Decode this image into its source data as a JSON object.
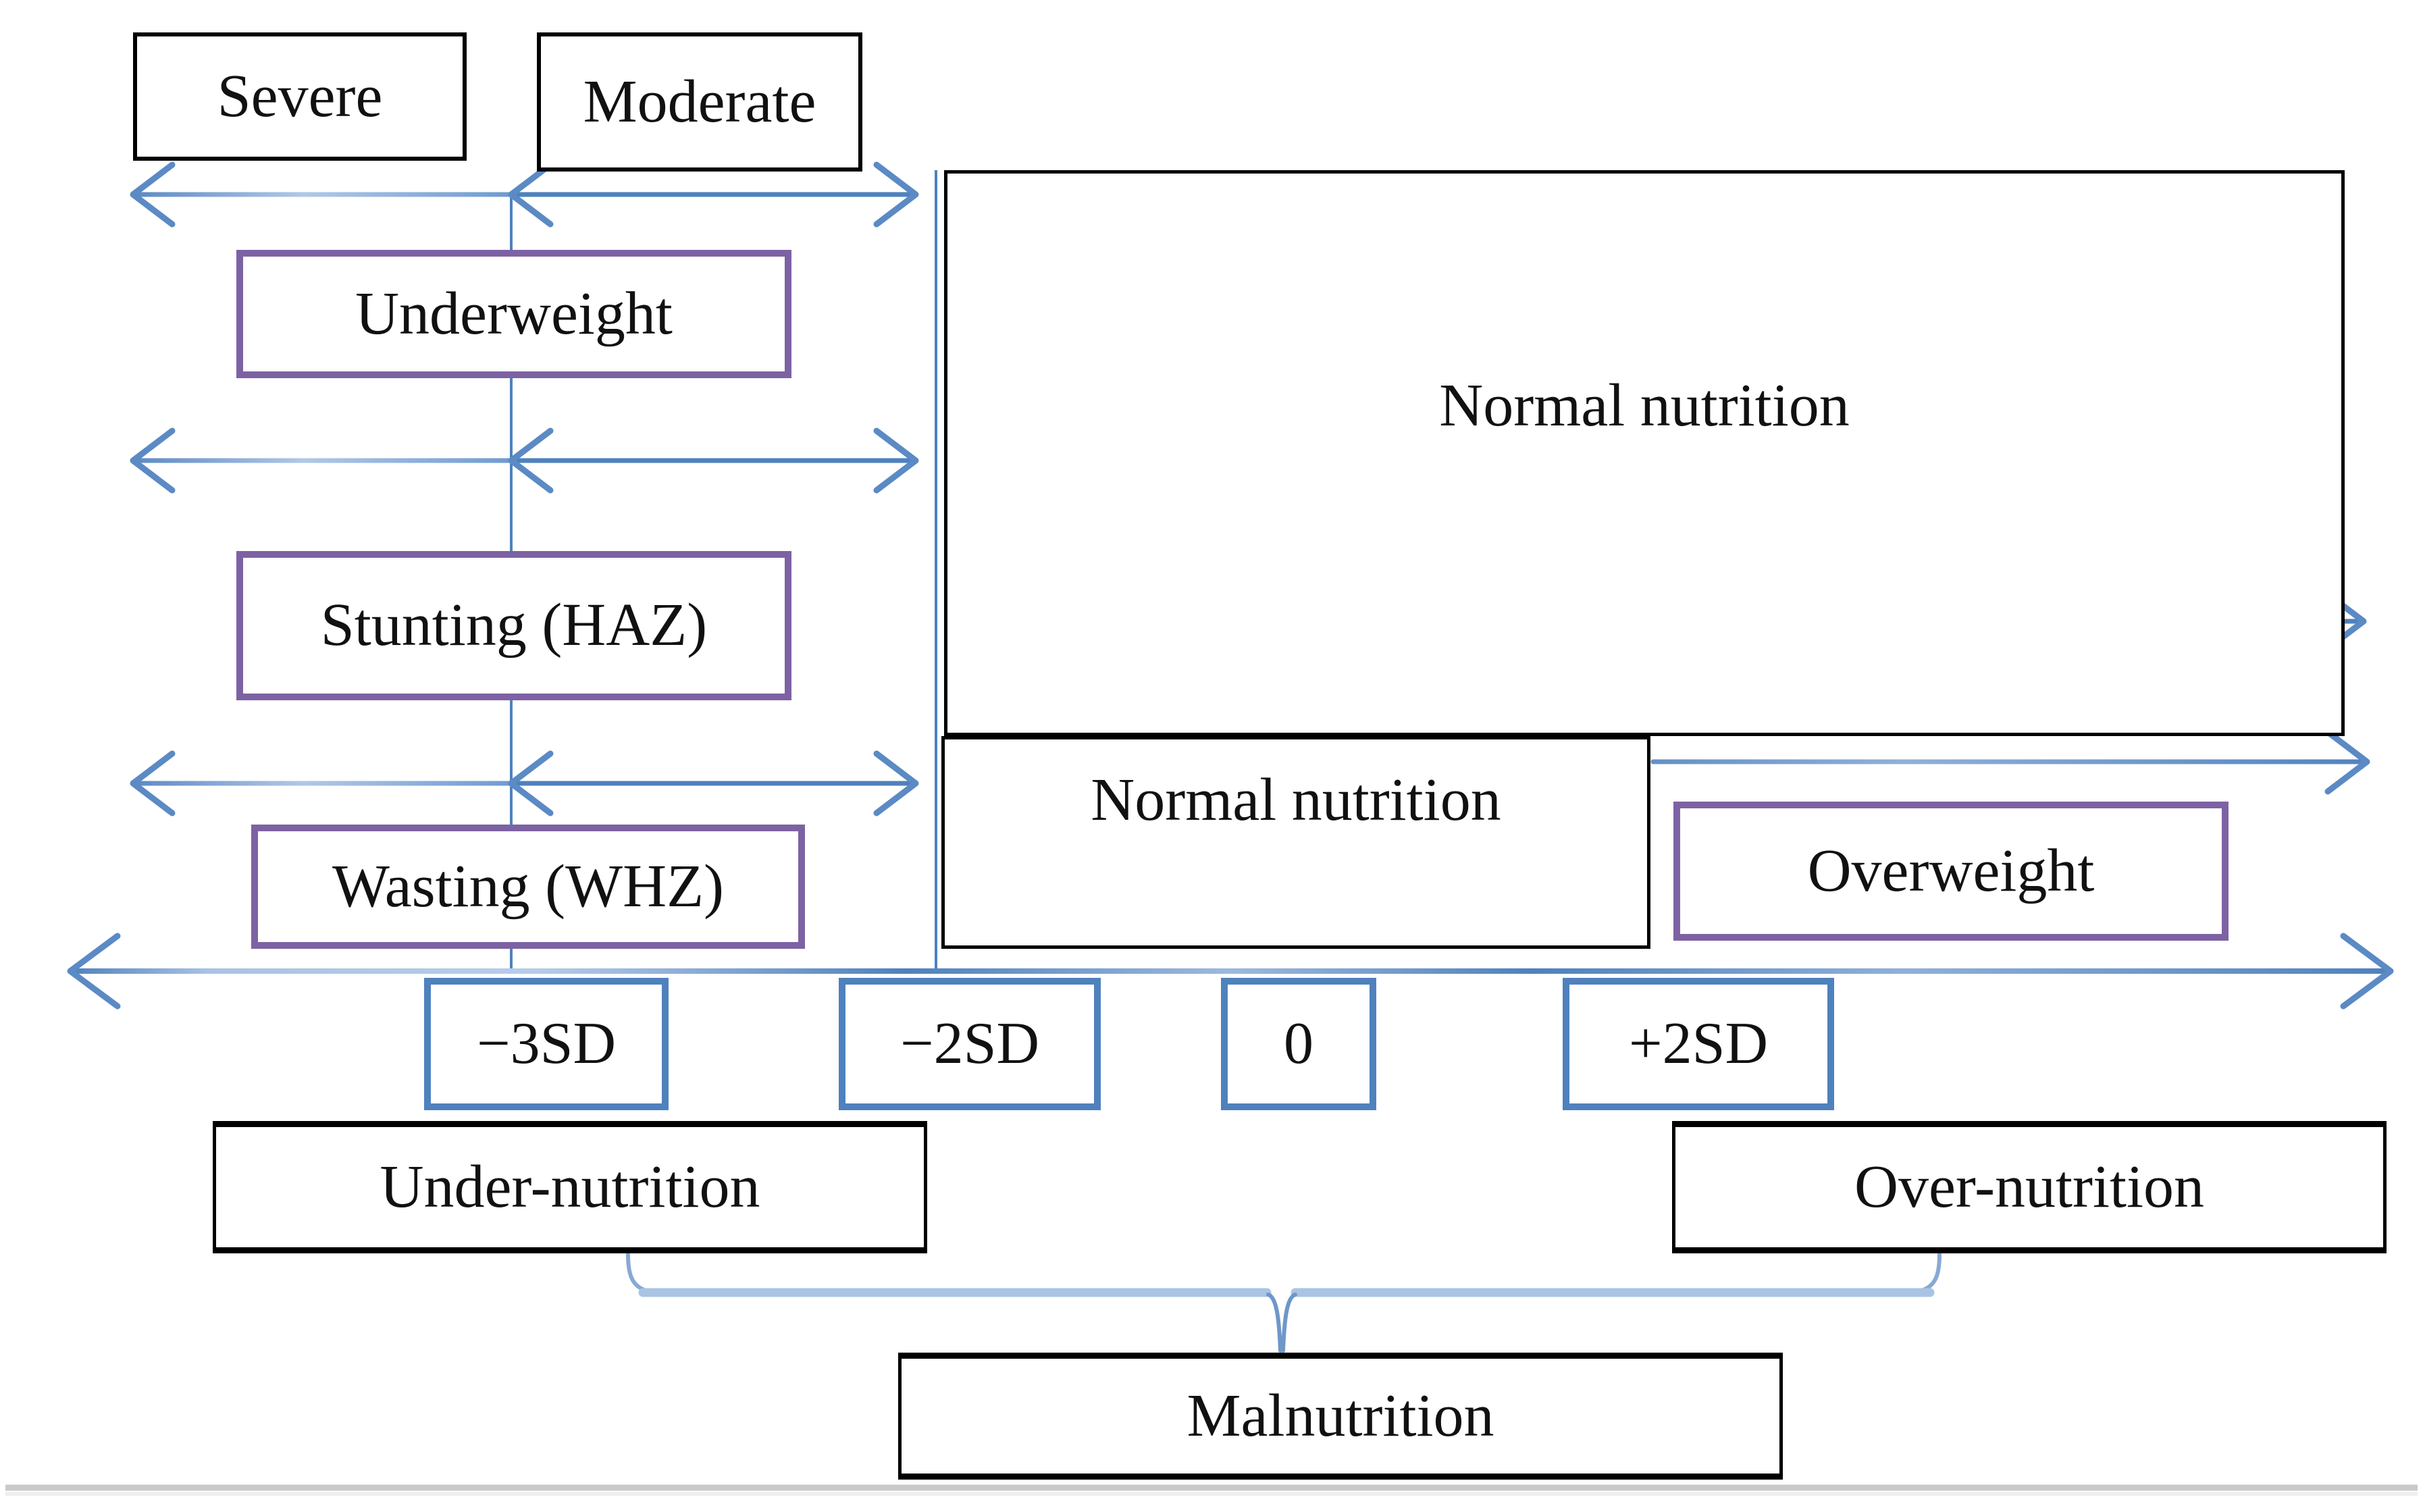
{
  "diagram": {
    "severity": [
      {
        "id": "severe",
        "label": "Severe"
      },
      {
        "id": "moderate",
        "label": "Moderate"
      }
    ],
    "indicators": [
      {
        "id": "underweight",
        "label": "Underweight"
      },
      {
        "id": "stunting",
        "label": "Stunting (HAZ)"
      },
      {
        "id": "wasting",
        "label": "Wasting (WHZ)"
      }
    ],
    "regions": [
      {
        "id": "normal-upper",
        "label": "Normal nutrition"
      },
      {
        "id": "normal-lower",
        "label": "Normal nutrition"
      },
      {
        "id": "overweight",
        "label": "Overweight"
      }
    ],
    "axis_ticks": [
      {
        "id": "minus-3sd",
        "label": "−3SD"
      },
      {
        "id": "minus-2sd",
        "label": "−2SD"
      },
      {
        "id": "zero",
        "label": "0"
      },
      {
        "id": "plus-2sd",
        "label": "+2SD"
      }
    ],
    "outcomes": [
      {
        "id": "under-nutrition",
        "label": "Under-nutrition"
      },
      {
        "id": "over-nutrition",
        "label": "Over-nutrition"
      },
      {
        "id": "malnutrition",
        "label": "Malnutrition"
      }
    ],
    "colors": {
      "indicator_border": "#7d62a3",
      "tick_border": "#4f81bd",
      "arrow_dark": "#4f81bd",
      "arrow_light": "#9db9dc",
      "brace": "#a9c4e3",
      "box_border": "#000000",
      "footer_line": "#c9c9c9"
    }
  }
}
